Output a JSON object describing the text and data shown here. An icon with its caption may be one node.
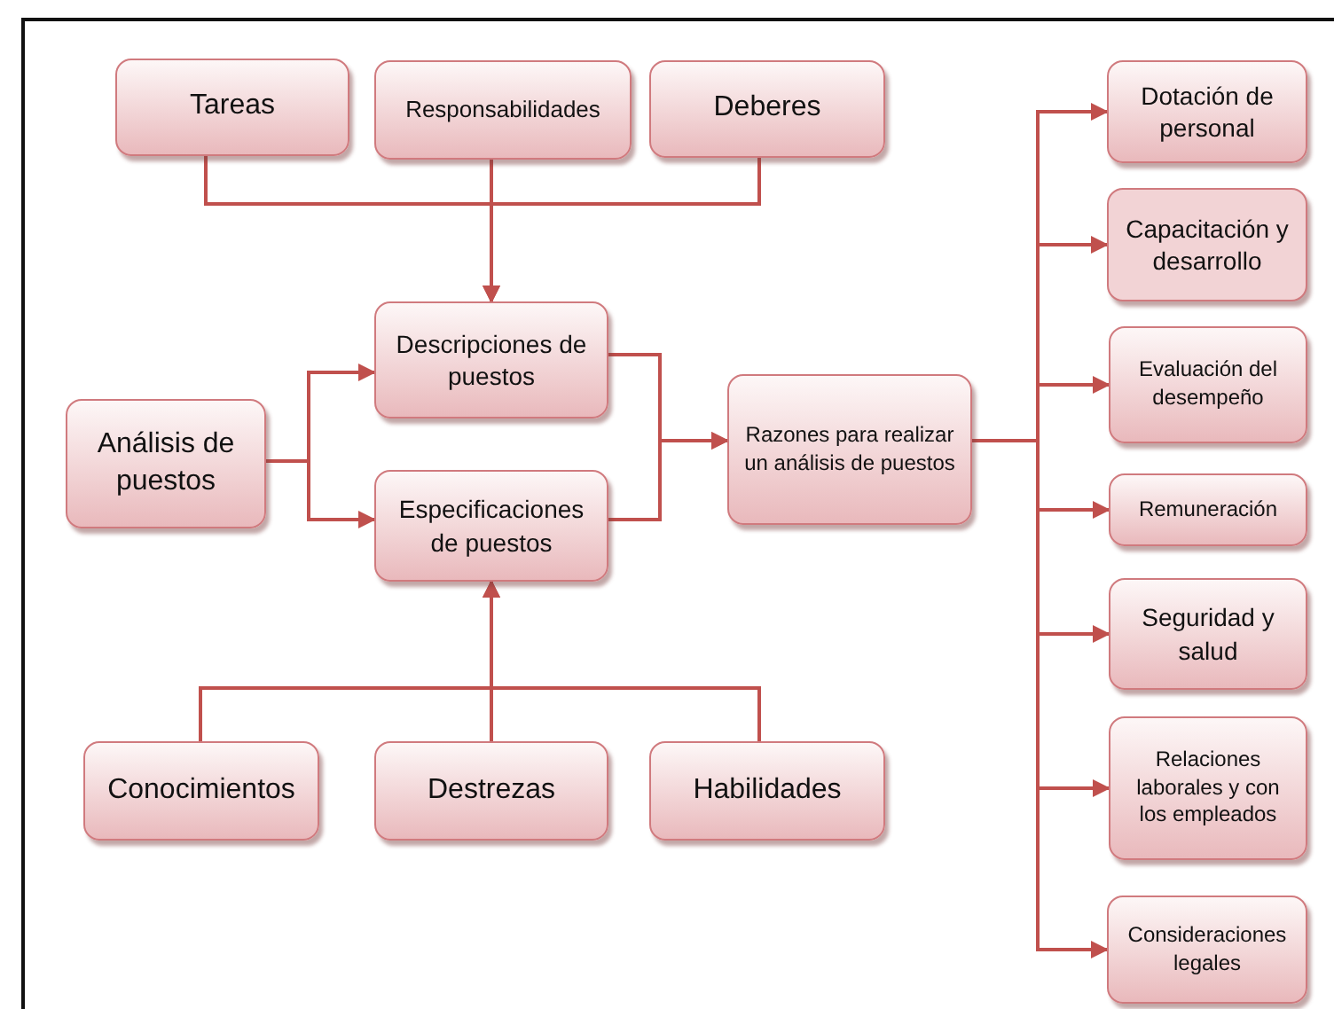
{
  "diagram": {
    "nodes": [
      {
        "text": [
          "Tareas"
        ]
      },
      {
        "text": [
          "Responsabilidades"
        ]
      },
      {
        "text": [
          "Deberes"
        ]
      },
      {
        "text": [
          "Análisis de puestos"
        ]
      },
      {
        "text": [
          "Descripciones de puestos"
        ]
      },
      {
        "text": [
          "Especificaciones de puestos"
        ]
      },
      {
        "text": [
          "Razones para realizar un análisis de puestos"
        ]
      },
      {
        "text": [
          "Conocimientos"
        ]
      },
      {
        "text": [
          "Destrezas"
        ]
      },
      {
        "text": [
          "Habilidades"
        ]
      },
      {
        "text": [
          "Dotación de personal"
        ]
      },
      {
        "text": [
          "Capacitación y desarrollo"
        ]
      },
      {
        "text": [
          "Evaluación del desempeño"
        ]
      },
      {
        "text": [
          "Remuneración"
        ]
      },
      {
        "text": [
          "Seguridad y salud"
        ]
      },
      {
        "text": [
          "Relaciones laborales y con los empleados"
        ]
      },
      {
        "text": [
          "Consideraciones legales"
        ]
      }
    ],
    "edges": [
      {
        "from": 0,
        "to": 4,
        "arrow": "to"
      },
      {
        "from": 1,
        "to": 4,
        "arrow": "to"
      },
      {
        "from": 2,
        "to": 4,
        "arrow": "to"
      },
      {
        "from": 3,
        "to": 4,
        "arrow": "to"
      },
      {
        "from": 3,
        "to": 5,
        "arrow": "to"
      },
      {
        "from": 7,
        "to": 5,
        "arrow": "to"
      },
      {
        "from": 8,
        "to": 5,
        "arrow": "to"
      },
      {
        "from": 9,
        "to": 5,
        "arrow": "to"
      },
      {
        "from": 4,
        "to": 6,
        "arrow": "to"
      },
      {
        "from": 5,
        "to": 6,
        "arrow": "to"
      },
      {
        "from": 6,
        "to": 10,
        "arrow": "to"
      },
      {
        "from": 6,
        "to": 11,
        "arrow": "to"
      },
      {
        "from": 6,
        "to": 12,
        "arrow": "to"
      },
      {
        "from": 6,
        "to": 13,
        "arrow": "to"
      },
      {
        "from": 6,
        "to": 14,
        "arrow": "to"
      },
      {
        "from": 6,
        "to": 15,
        "arrow": "to"
      },
      {
        "from": 6,
        "to": 16,
        "arrow": "to"
      }
    ]
  }
}
